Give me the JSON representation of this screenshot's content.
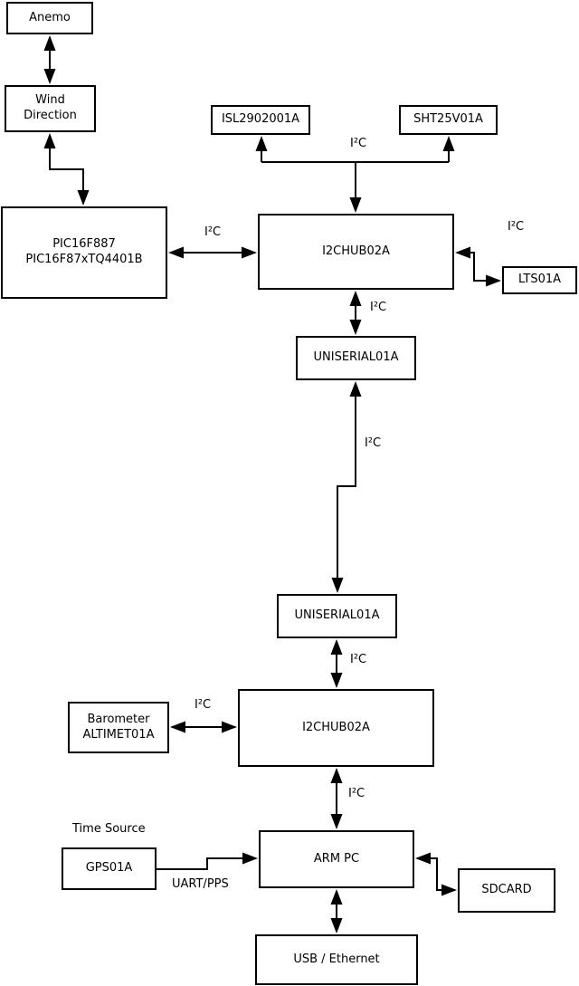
{
  "diagram": {
    "type": "block-diagram",
    "background_color": "#ffffff",
    "line_color": "#000000",
    "boxes": {
      "anemo": {
        "label": "Anemo"
      },
      "wind": {
        "label": "Wind\nDirection"
      },
      "pic": {
        "label": "PIC16F887\nPIC16F87xTQ4401B"
      },
      "isl": {
        "label": "ISL2902001A"
      },
      "sht": {
        "label": "SHT25V01A"
      },
      "hub1": {
        "label": "I2CHUB02A"
      },
      "lts": {
        "label": "LTS01A"
      },
      "uni1": {
        "label": "UNISERIAL01A"
      },
      "uni2": {
        "label": "UNISERIAL01A"
      },
      "hub2": {
        "label": "I2CHUB02A"
      },
      "baro": {
        "label": "Barometer\nALTIMET01A"
      },
      "armpc": {
        "label": "ARM PC"
      },
      "gps": {
        "label": "GPS01A"
      },
      "sdcard": {
        "label": "SDCARD"
      },
      "usbeth": {
        "label": "USB / Ethernet"
      }
    },
    "labels": {
      "time_source": "Time Source",
      "uart_pps": "UART/PPS",
      "i2c_branch": "I²C",
      "i2c_pic_hub": "I²C",
      "i2c_hub_lts": "I²C",
      "i2c_hub_uni": "I²C",
      "i2c_long_link": "I²C",
      "i2c_uni_hub2": "I²C",
      "i2c_baro_hub2": "I²C",
      "i2c_hub2_arm": "I²C"
    },
    "connections": [
      {
        "from": "anemo",
        "to": "wind",
        "bidirectional": true,
        "label": ""
      },
      {
        "from": "wind",
        "to": "pic",
        "bidirectional": true,
        "label": ""
      },
      {
        "from": "pic",
        "to": "hub1",
        "bidirectional": true,
        "label": "I²C"
      },
      {
        "from": "hub1",
        "to": "isl",
        "bidirectional": false,
        "label": "I²C"
      },
      {
        "from": "hub1",
        "to": "sht",
        "bidirectional": false,
        "label": "I²C"
      },
      {
        "from": "hub1",
        "to": "lts",
        "bidirectional": true,
        "label": "I²C"
      },
      {
        "from": "hub1",
        "to": "uni1",
        "bidirectional": true,
        "label": "I²C"
      },
      {
        "from": "uni1",
        "to": "uni2",
        "bidirectional": true,
        "label": "I²C"
      },
      {
        "from": "uni2",
        "to": "hub2",
        "bidirectional": true,
        "label": "I²C"
      },
      {
        "from": "baro",
        "to": "hub2",
        "bidirectional": true,
        "label": "I²C"
      },
      {
        "from": "hub2",
        "to": "armpc",
        "bidirectional": true,
        "label": "I²C"
      },
      {
        "from": "gps",
        "to": "armpc",
        "bidirectional": false,
        "label": "UART/PPS"
      },
      {
        "from": "armpc",
        "to": "sdcard",
        "bidirectional": true,
        "label": ""
      },
      {
        "from": "armpc",
        "to": "usbeth",
        "bidirectional": true,
        "label": ""
      }
    ]
  }
}
